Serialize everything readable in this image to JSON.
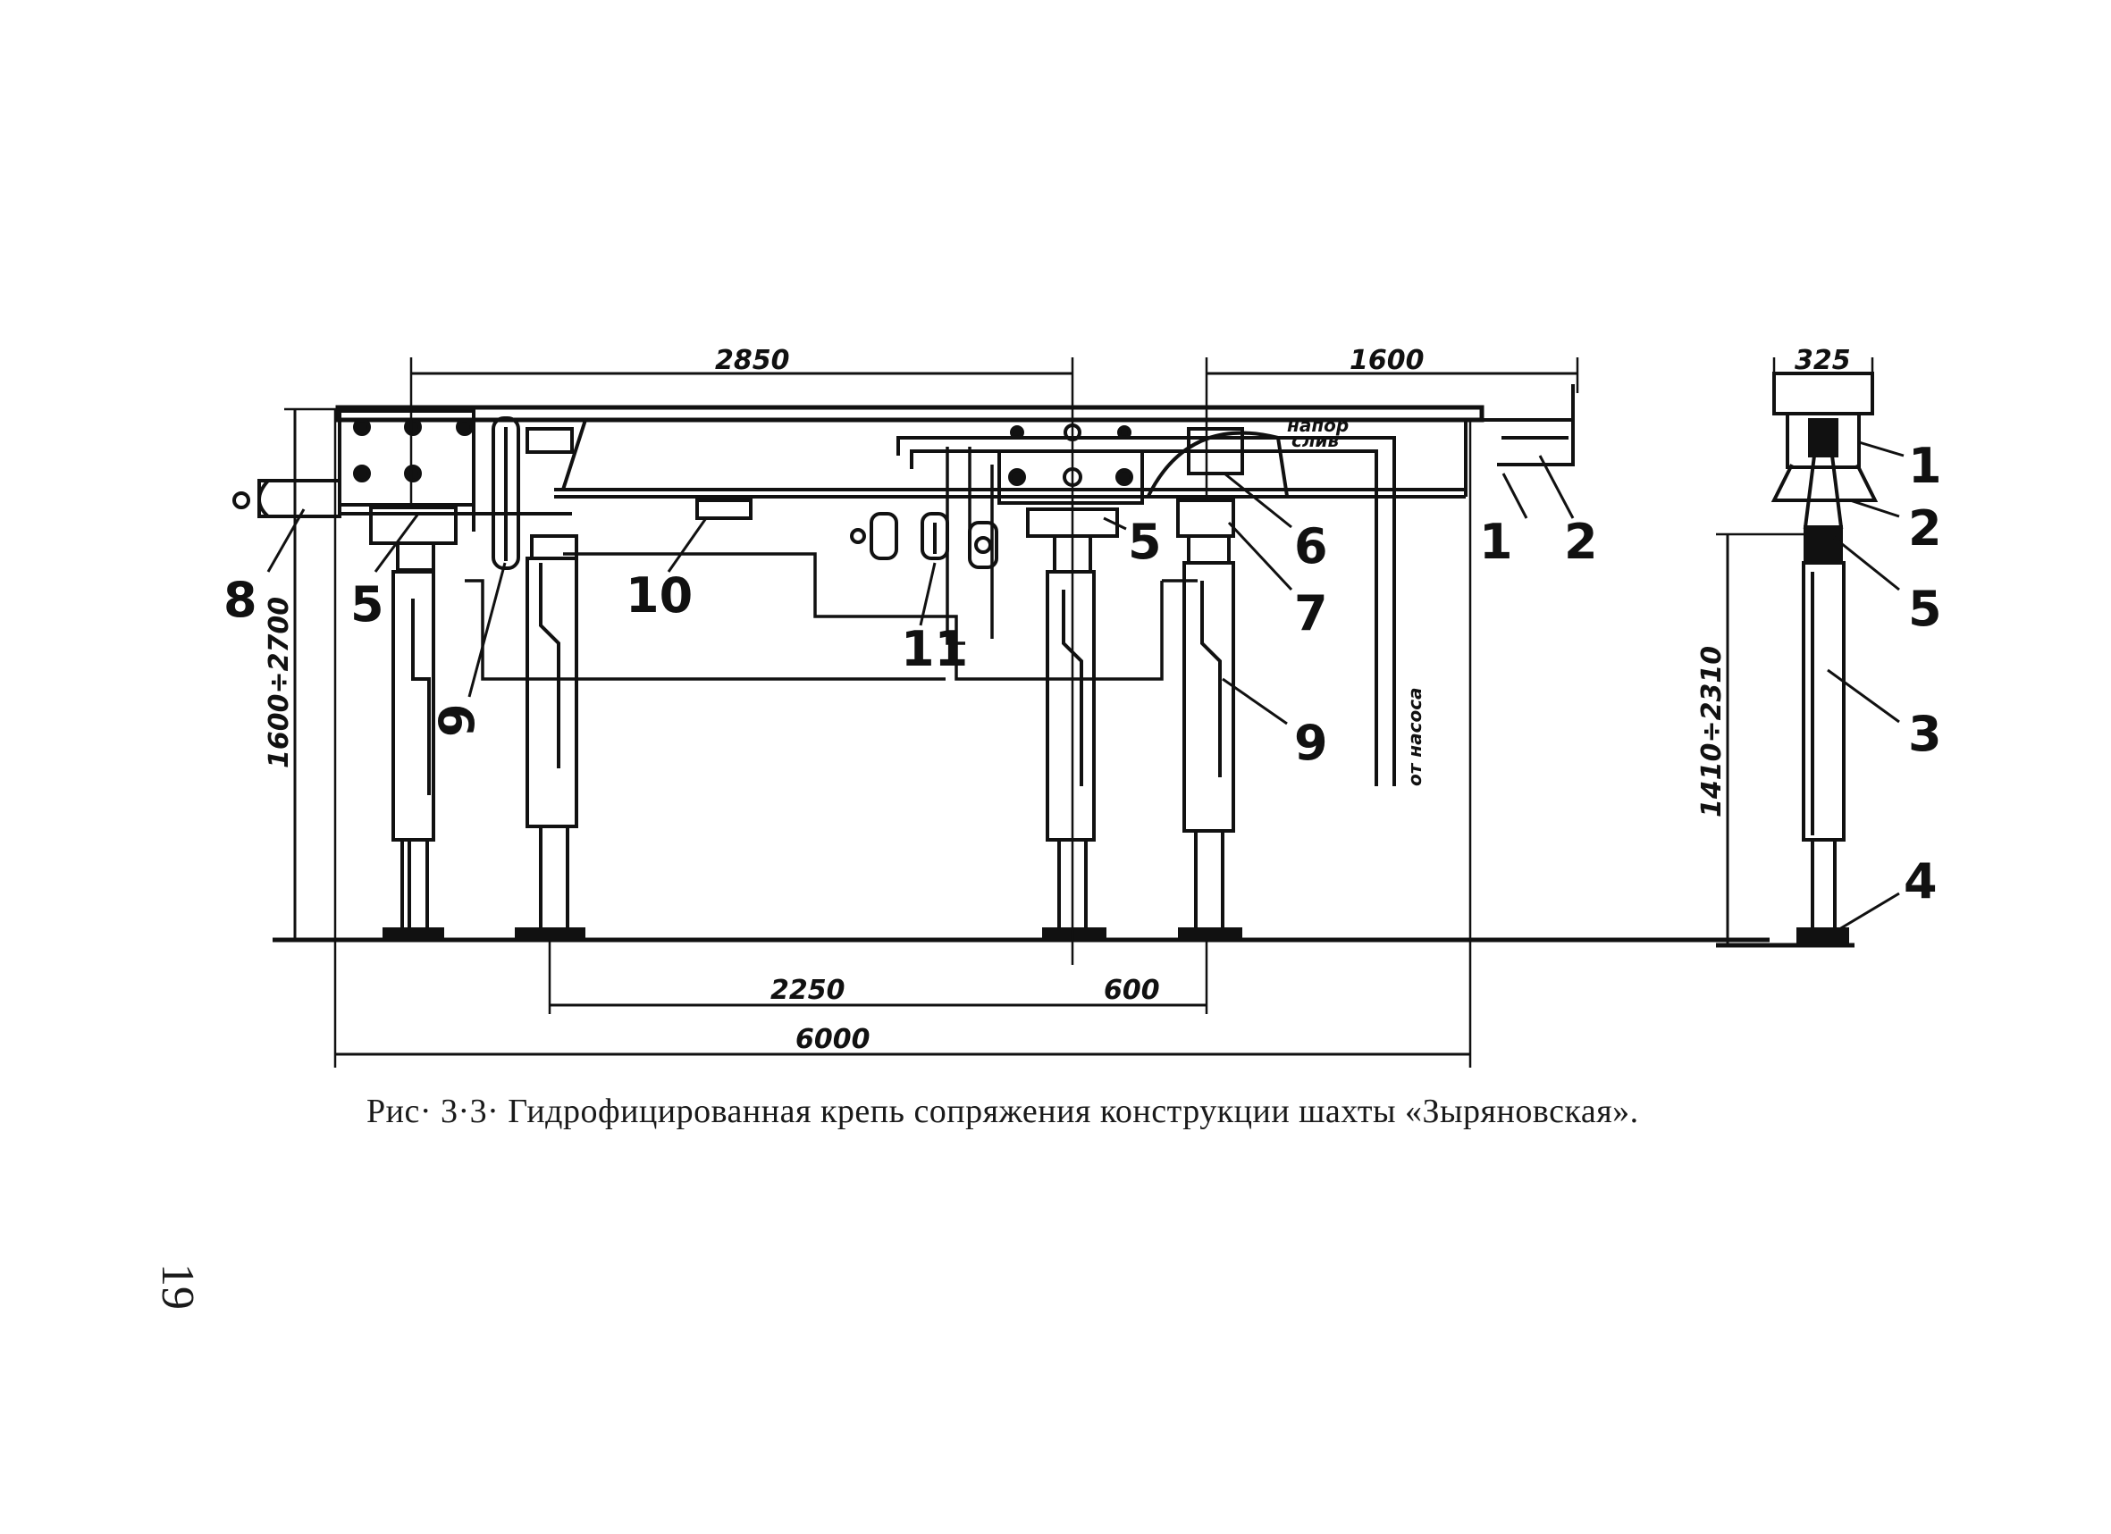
{
  "caption": "Рис· 3·3· Гидрофицированная крепь сопряжения конструкции шахты «Зыряновская».",
  "page_number": "19",
  "dimensions": {
    "top_span_left": "2850",
    "top_span_right": "1600",
    "side_width": "325",
    "height_left": "1600÷2700",
    "height_side": "1410÷2310",
    "bottom_span_inner": "2250",
    "bottom_span_short": "600",
    "bottom_span_total": "6000"
  },
  "annotations": {
    "pressure": "напор",
    "drain": "слив",
    "from_pump": "от насоса"
  },
  "callouts": {
    "c1": "1",
    "c2": "2",
    "c3": "3",
    "c4": "4",
    "c5": "5",
    "c6": "6",
    "c7": "7",
    "c8": "8",
    "c9": "9",
    "c10": "10",
    "c11": "11"
  },
  "colors": {
    "ink": "#111111",
    "paper": "#ffffff"
  }
}
